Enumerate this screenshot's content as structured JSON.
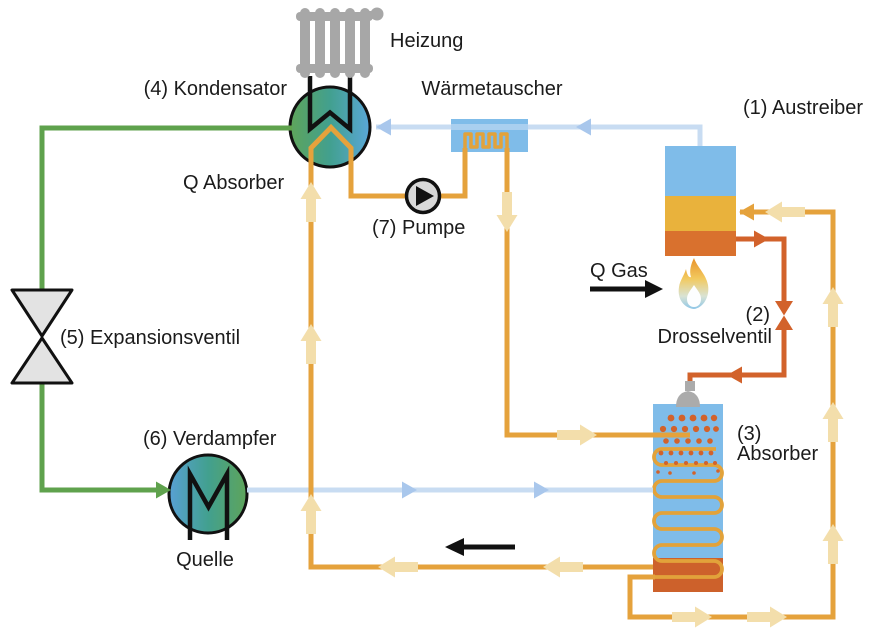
{
  "diagram": {
    "type": "absorption-heat-pump-schematic",
    "labels": {
      "heizung": "Heizung",
      "kondensator": "(4) Kondensator",
      "waermetauscher": "Wärmetauscher",
      "austreiber": "(1) Austreiber",
      "q_absorber": "Q Absorber",
      "pumpe": "(7) Pumpe",
      "q_gas": "Q Gas",
      "drossel_num": "(2)",
      "drosselventil": "Drosselventil",
      "expansionsventil": "(5) Expansionsventil",
      "verdampfer": "(6) Verdampfer",
      "quelle": "Quelle",
      "absorber_num": "(3)",
      "absorber": "Absorber"
    },
    "colors": {
      "text": "#1b1b1b",
      "pipe_yellow": "#e5a23c",
      "arrow_cream": "#f3deab",
      "pipe_blue_light": "#c8dcf2",
      "arrow_blue": "#a9c7ec",
      "pipe_green": "#5fa24d",
      "pipe_orange": "#d2622b",
      "vessel_blue": "#7fbce9",
      "band_yellow": "#e9b23c",
      "band_orange": "#d9712e",
      "absorber_sump_orange": "#cd612b",
      "coil_yellow": "#e2a23a",
      "radiator_gray": "#a7a7a7",
      "valve_gray": "#e3e3e3",
      "pump_gray": "#d8d8d8",
      "shower_gray": "#ababab",
      "outline_black": "#111111"
    },
    "icons": [
      "radiator-icon",
      "condenser-icon",
      "evaporator-icon",
      "pump-icon",
      "expansion-valve-icon",
      "throttle-valve-icon",
      "heat-exchanger-icon",
      "generator-vessel-icon",
      "absorber-vessel-icon",
      "shower-head-icon",
      "flame-icon",
      "flow-arrow-icon"
    ]
  }
}
